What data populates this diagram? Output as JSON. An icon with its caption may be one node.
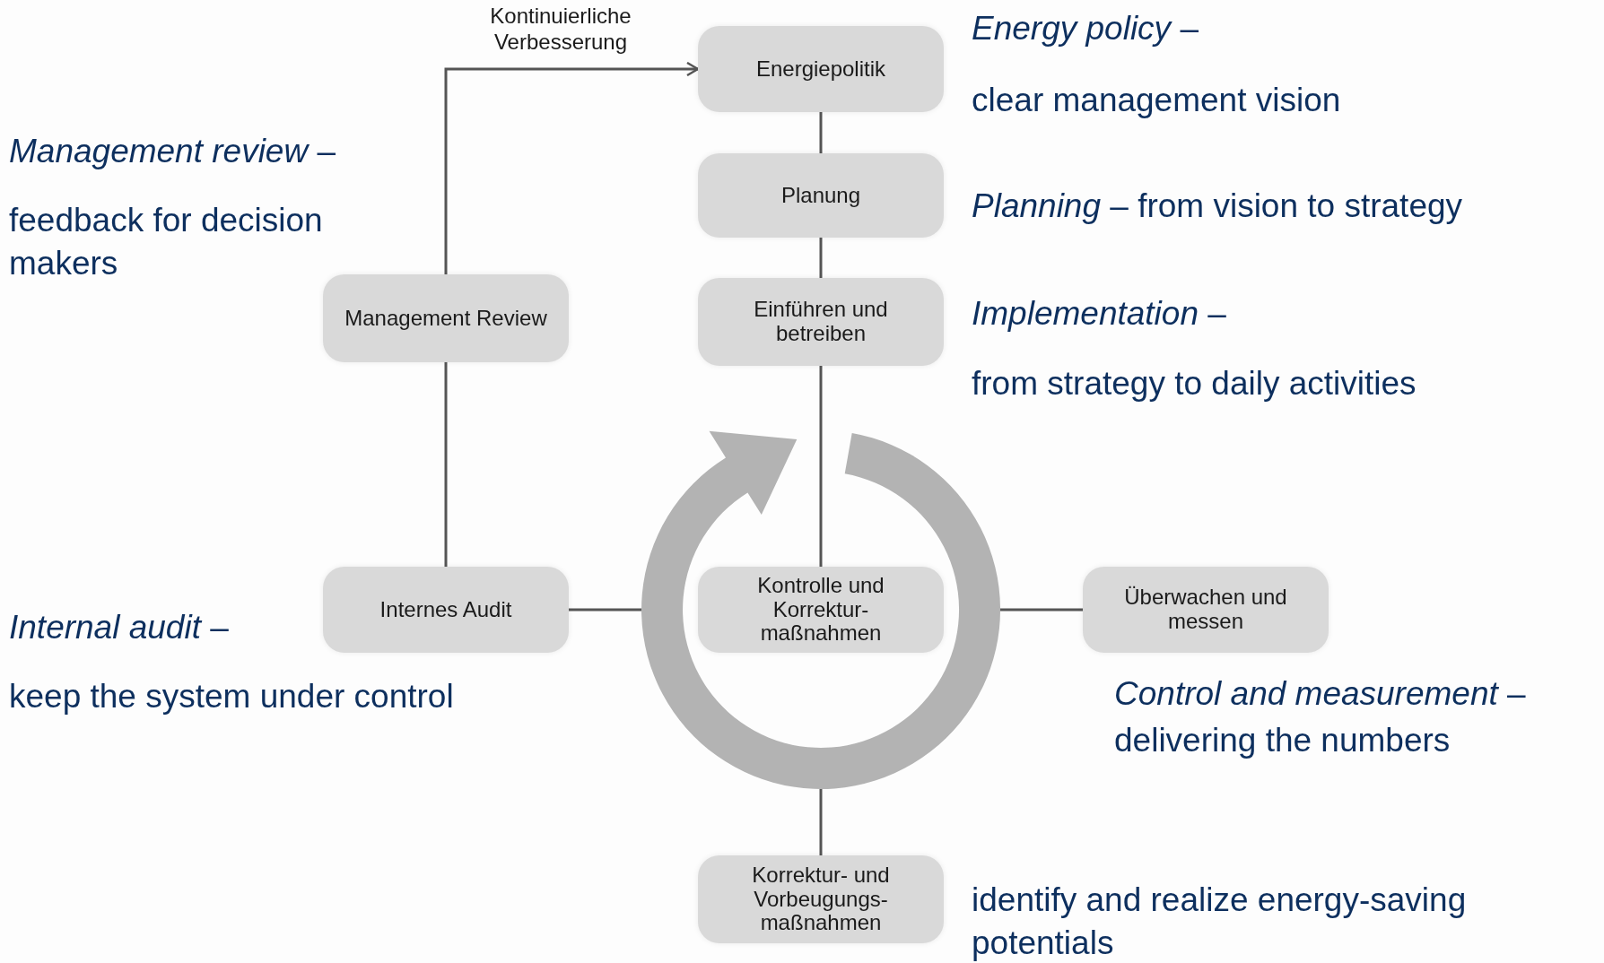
{
  "diagram": {
    "nodes": [
      {
        "text": [
          "Energiepolitik"
        ]
      },
      {
        "text": [
          "Planung"
        ]
      },
      {
        "text": [
          "Einführen und betreiben"
        ]
      },
      {
        "text": [
          "Management Review"
        ]
      },
      {
        "text": [
          "Internes Audit"
        ]
      },
      {
        "text": [],
        "shape": "circle"
      },
      {
        "text": [
          "Kontrolle und Korrektur-maßnahmen"
        ],
        "in": 5
      },
      {
        "text": [
          "Überwachen und messen"
        ]
      },
      {
        "text": [
          "Korrektur- und Vorbeugungs-maßnahmen"
        ]
      }
    ],
    "edges": [
      {
        "from": 3,
        "to": 0,
        "arrow": "to",
        "label": "Kontinuierliche Verbesserung"
      },
      {
        "from": 0,
        "to": 1,
        "arrow": "none"
      },
      {
        "from": 1,
        "to": 2,
        "arrow": "none"
      },
      {
        "from": 2,
        "to": 6,
        "arrow": "none"
      },
      {
        "from": 3,
        "to": 4,
        "arrow": "none"
      },
      {
        "from": 4,
        "to": 5,
        "arrow": "none"
      },
      {
        "from": 5,
        "to": 7,
        "arrow": "none"
      },
      {
        "from": 5,
        "to": 8,
        "arrow": "none"
      }
    ],
    "labels": [
      "*Energy policy* –",
      "clear management vision",
      "*Management review* –",
      "feedback for decision makers",
      "*Planning* – from vision to strategy",
      "*Implementation* –",
      "from strategy to daily activities",
      "*Internal audit* –",
      "keep the system under control",
      "*Control and measurement* –",
      "delivering the numbers",
      "identify and realize energy-saving potentials"
    ]
  }
}
